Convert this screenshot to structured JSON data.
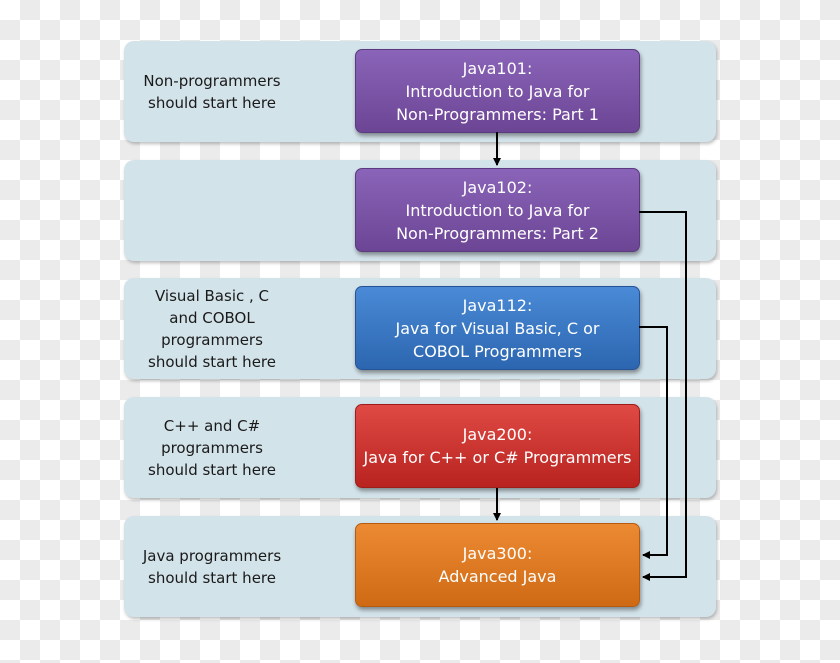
{
  "rows": [
    {
      "label": "Non-programmers\nshould start here",
      "course": "Java101:\nIntroduction to Java for\nNon-Programmers: Part 1",
      "color": "#7b55a8"
    },
    {
      "label": "",
      "course": "Java102:\nIntroduction to Java for\nNon-Programmers: Part 2",
      "color": "#7b55a8"
    },
    {
      "label": "Visual Basic , C\nand COBOL\nprogrammers\nshould start here",
      "course": "Java112:\nJava for Visual Basic, C or\nCOBOL Programmers",
      "color": "#3a78c4"
    },
    {
      "label": "C++ and C#\nprogrammers\nshould start here",
      "course": "Java200:\nJava for C++ or C# Programmers",
      "color": "#cc3431"
    },
    {
      "label": "Java programmers\nshould start here",
      "course": "Java300:\nAdvanced Java",
      "color": "#de7a22"
    }
  ],
  "connections": [
    {
      "from": "Java101",
      "to": "Java102"
    },
    {
      "from": "Java102",
      "to": "Java300"
    },
    {
      "from": "Java112",
      "to": "Java300"
    },
    {
      "from": "Java200",
      "to": "Java300"
    }
  ]
}
